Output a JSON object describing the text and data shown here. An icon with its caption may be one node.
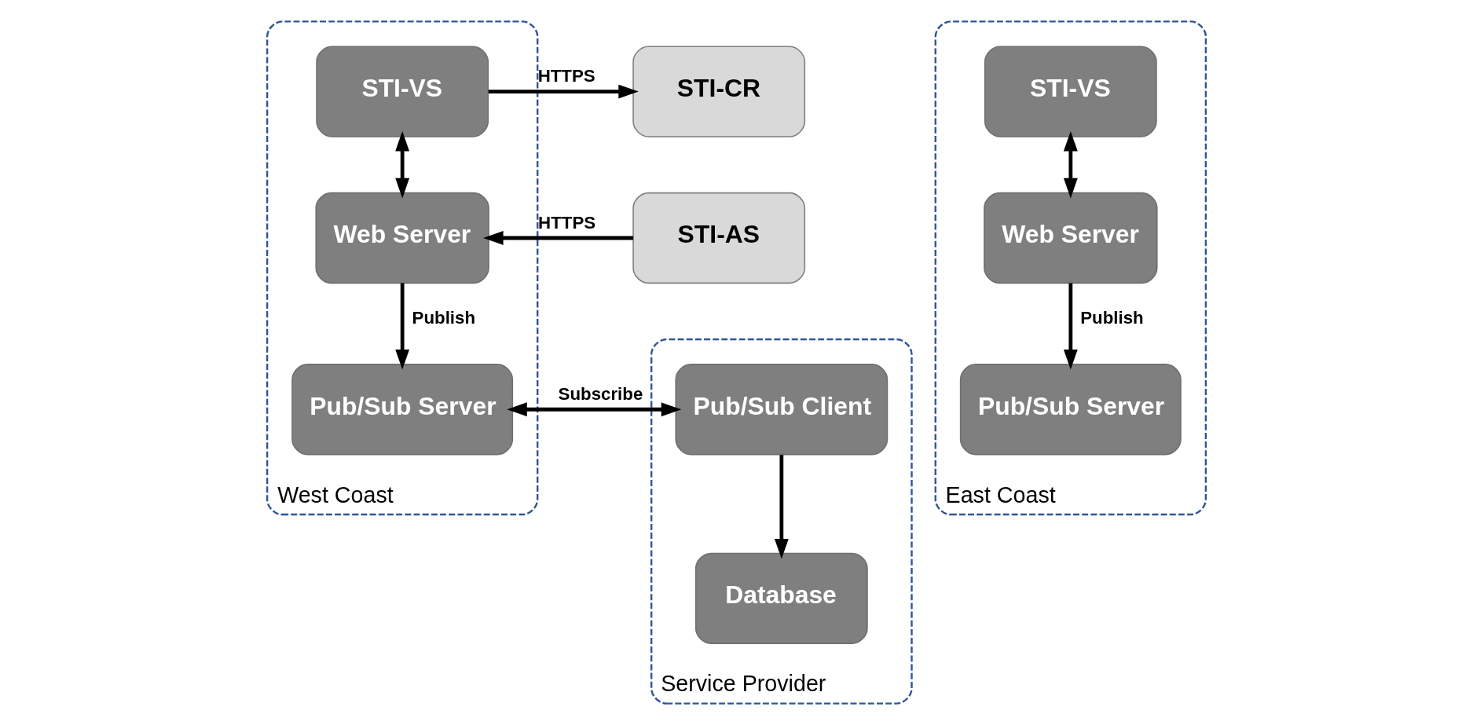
{
  "diagram": {
    "nodes": [
      {
        "text": [
          "West Coast"
        ]
      },
      {
        "text": [
          "STI-VS"
        ],
        "in": 0
      },
      {
        "text": [
          "Web Server"
        ],
        "in": 0
      },
      {
        "text": [
          "Pub/Sub Server"
        ],
        "in": 0
      },
      {
        "text": [
          "STI-CR"
        ]
      },
      {
        "text": [
          "STI-AS"
        ]
      },
      {
        "text": [
          "Service Provider"
        ]
      },
      {
        "text": [
          "Pub/Sub Client"
        ],
        "in": 6
      },
      {
        "text": [
          "Database"
        ],
        "in": 6
      },
      {
        "text": [
          "East Coast"
        ]
      },
      {
        "text": [
          "STI-VS"
        ],
        "in": 9
      },
      {
        "text": [
          "Web Server"
        ],
        "in": 9
      },
      {
        "text": [
          "Pub/Sub Server"
        ],
        "in": 9
      }
    ],
    "edges": [
      {
        "from": 1,
        "to": 4,
        "arrow": "to",
        "label": "HTTPS"
      },
      {
        "from": 5,
        "to": 2,
        "arrow": "to",
        "label": "HTTPS"
      },
      {
        "from": 1,
        "to": 2,
        "arrow": "both"
      },
      {
        "from": 2,
        "to": 3,
        "arrow": "to",
        "label": "Publish"
      },
      {
        "from": 3,
        "to": 7,
        "arrow": "both",
        "label": "Subscribe"
      },
      {
        "from": 7,
        "to": 8,
        "arrow": "to"
      },
      {
        "from": 10,
        "to": 11,
        "arrow": "both"
      },
      {
        "from": 11,
        "to": 12,
        "arrow": "to",
        "label": "Publish"
      }
    ]
  }
}
